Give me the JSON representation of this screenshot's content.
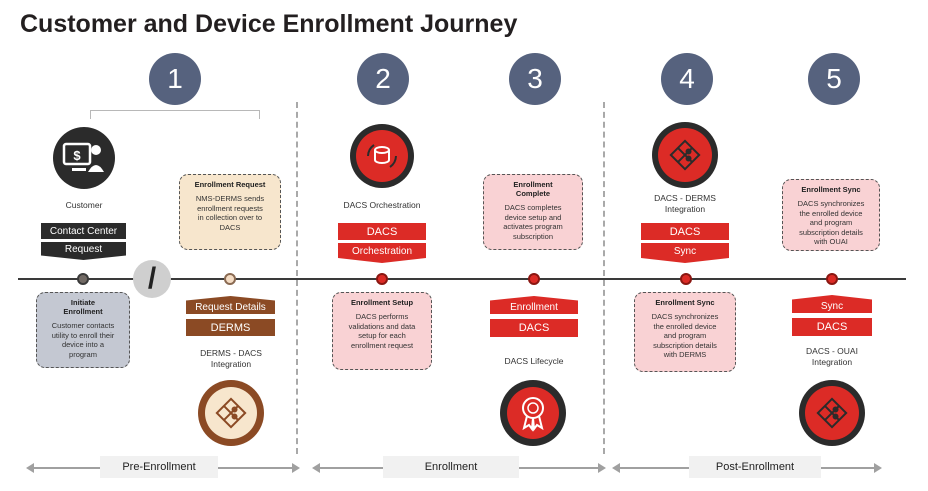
{
  "title": "Customer and Device Enrollment Journey",
  "steps": [
    "1",
    "2",
    "3",
    "4",
    "5"
  ],
  "labels": {
    "customer": "Customer",
    "derms_dacs": "DERMS - DACS\nIntegration",
    "dacs_orchestration": "DACS Orchestration",
    "dacs_lifecycle": "DACS Lifecycle",
    "dacs_derms": "DACS - DERMS\nIntegration",
    "dacs_ouai": "DACS - OUAI\nIntegration"
  },
  "bars": {
    "contact_center": "Contact Center",
    "request": "Request",
    "request_details": "Request Details",
    "derms": "DERMS",
    "dacs_2": "DACS",
    "orchestration": "Orchestration",
    "enrollment": "Enrollment",
    "dacs_3": "DACS",
    "dacs_4": "DACS",
    "sync_4": "Sync",
    "sync_5": "Sync",
    "dacs_5": "DACS"
  },
  "cards": {
    "initiate": {
      "title": "Initiate\nEnrollment",
      "body": "Customer contacts\nutility to enroll their\ndevice into a\nprogram"
    },
    "request": {
      "title": "Enrollment Request",
      "body": "NMS-DERMS sends\nenrollment requests\nin collection over to\nDACS"
    },
    "setup": {
      "title": "Enrollment Setup",
      "body": "DACS performs\nvalidations and data\nsetup for each\nenrollment request"
    },
    "complete": {
      "title": "Enrollment\nComplete",
      "body": "DACS completes\ndevice setup and\nactivates program\nsubscription"
    },
    "sync_derms": {
      "title": "Enrollment Sync",
      "body": "DACS synchronizes\nthe enrolled device\nand program\nsubscription details\nwith DERMS"
    },
    "sync_ouai": {
      "title": "Enrollment Sync",
      "body": "DACS synchronizes\nthe enrolled device\nand program\nsubscription details\nwith OUAI"
    }
  },
  "slash": "/",
  "phases": [
    "Pre-Enrollment",
    "Enrollment",
    "Post-Enrollment"
  ],
  "colors": {
    "step": "#56627e",
    "red": "#dc2b26",
    "brown": "#8b4a24",
    "dark": "#2b2b2b",
    "card_grey": "#c4c8d2",
    "card_cream": "#f7e6cd",
    "card_pink": "#f9d2d4"
  }
}
